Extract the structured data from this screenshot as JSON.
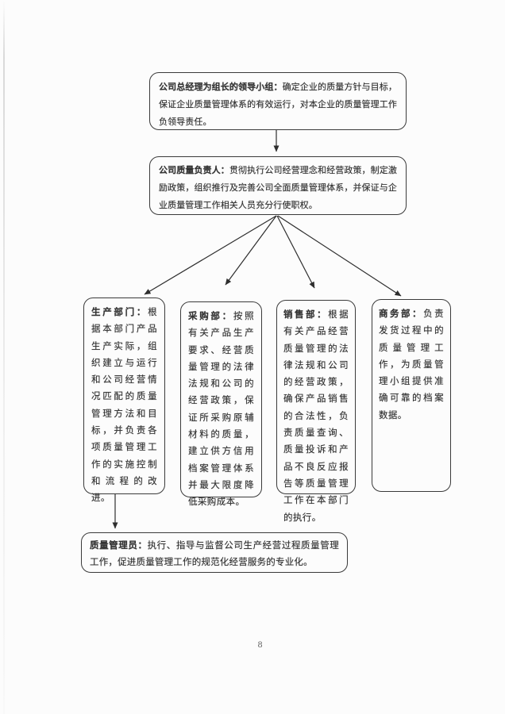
{
  "page_number": "8",
  "colors": {
    "ink": "#333333",
    "box_border": "#3a3a3a",
    "arrow": "#2e2e2e",
    "page_background": "#fcfcfc"
  },
  "flow": {
    "top": {
      "title": "公司总经理为组长的领导小组：",
      "body": "确定企业的质量方针与目标，保证企业质量管理体系的有效运行，对本企业的质量管理工作负领导责任。"
    },
    "quality_director": {
      "title": "公司质量负责人：",
      "body": "贯彻执行公司经营理念和经营政策，制定激励政策，组织推行及完善公司全面质量管理体系，并保证与企业质量管理工作相关人员充分行使职权。"
    },
    "departments": [
      {
        "title": "生产部门：",
        "body": "根据本部门产品生产实际，组织建立与运行和公司经营情况匹配的质量管理方法和目标，并负责各项质量管理工作的实施控制和流程的改进。"
      },
      {
        "title": "采购部：",
        "body": "按照有关产品生产要求、经营质量管理的法律法规和公司的经营政策，保证所采购原辅材料的质量，建立供方信用档案管理体系并最大限度降低采购成本。"
      },
      {
        "title": "销售部：",
        "body": "根据有关产品经营质量管理的法律法规和公司的经营政策，确保产品销售的合法性，负责质量查询、质量投诉和产品不良反应报告等质量管理工作在本部门的执行。"
      },
      {
        "title": "商务部：",
        "body": "负责发货过程中的质量管理工作，为质量管理小组提供准确可靠的档案数据。"
      }
    ],
    "quality_admin": {
      "title": "质量管理员：",
      "body": "执行、指导与监督公司生产经营过程质量管理工作，促进质量管理工作的规范化经营服务的专业化。"
    }
  }
}
